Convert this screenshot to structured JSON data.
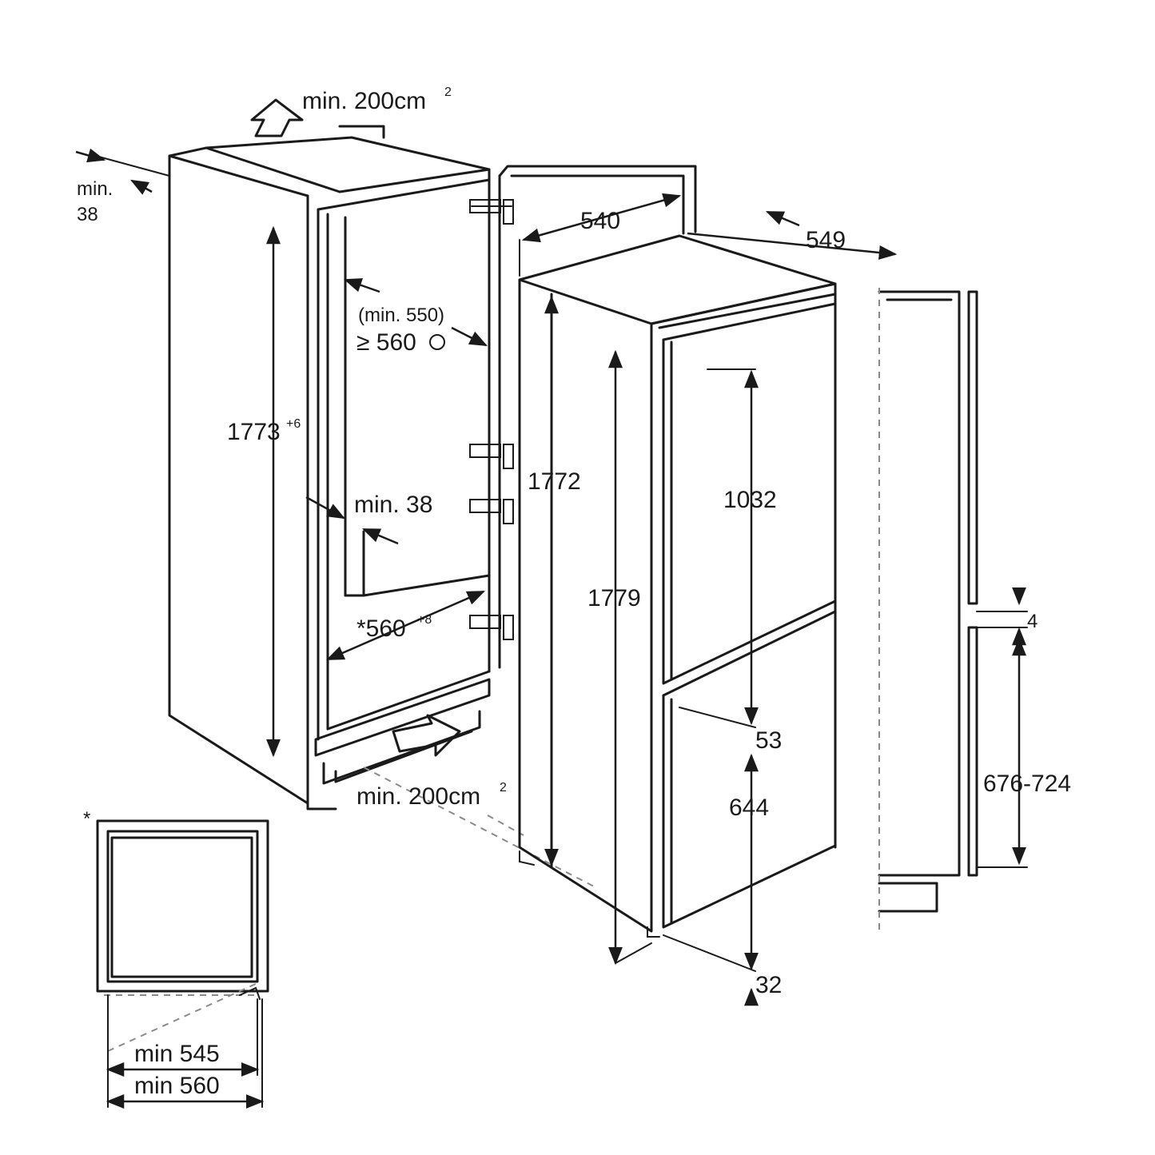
{
  "labels": {
    "vent_top": "min. 200cm",
    "vent_top_sup": "2",
    "back_gap_a": "min.",
    "back_gap_b": "38",
    "niche_height": "1773",
    "niche_height_sup": "+6",
    "depth_min": "(min. 550)",
    "depth_rec": "≥ 560",
    "side_gap": "min. 38",
    "niche_width": "*560",
    "niche_width_sup": "+8",
    "vent_bottom": "min. 200cm",
    "vent_bottom_sup": "2",
    "appliance_width": "540",
    "appliance_depth": "549",
    "appliance_height": "1772",
    "door_total_height": "1779",
    "upper_door": "1032",
    "door_gap": "53",
    "lower_door": "644",
    "bottom_gap": "32",
    "panel_gap": "4",
    "panel_height": "676-724",
    "plan_star": "*",
    "plan_min_545": "min 545",
    "plan_min_560": "min 560"
  }
}
